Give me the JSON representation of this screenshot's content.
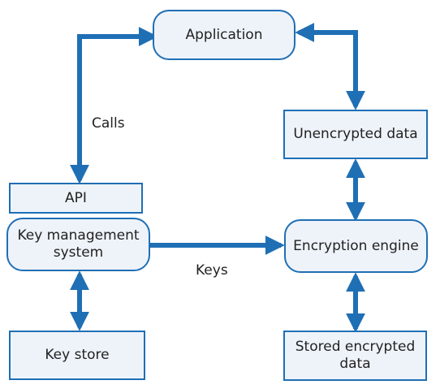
{
  "colors": {
    "accent": "#1f6fb5",
    "node_fill": "#eef3fa",
    "text": "#222222"
  },
  "nodes": {
    "application": "Application",
    "unencrypted_data": "Unencrypted data",
    "api": "API",
    "key_management": "Key management system",
    "encryption_engine": "Encryption engine",
    "key_store": "Key store",
    "stored_encrypted": "Stored encrypted data"
  },
  "edge_labels": {
    "calls": "Calls",
    "keys": "Keys"
  }
}
